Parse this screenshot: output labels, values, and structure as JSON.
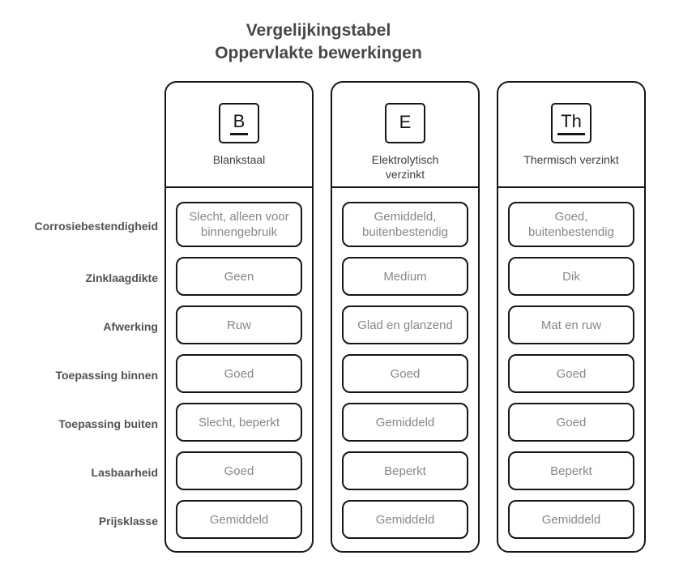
{
  "title": {
    "line1": "Vergelijkingstabel",
    "line2": "Oppervlakte bewerkingen"
  },
  "rows": [
    "Corrosiebestendigheid",
    "Zinklaagdikte",
    "Afwerking",
    "Toepassing binnen",
    "Toepassing buiten",
    "Lasbaarheid",
    "Prijsklasse"
  ],
  "columns": [
    {
      "symbol": "B",
      "symbol_underlined": true,
      "name": "Blankstaal",
      "values": [
        "Slecht, alleen voor binnengebruik",
        "Geen",
        "Ruw",
        "Goed",
        "Slecht, beperkt",
        "Goed",
        "Gemiddeld"
      ]
    },
    {
      "symbol": "E",
      "symbol_underlined": false,
      "name": "Elektrolytisch\nverzinkt",
      "values": [
        "Gemiddeld, buitenbestendig",
        "Medium",
        "Glad en glanzend",
        "Goed",
        "Gemiddeld",
        "Beperkt",
        "Gemiddeld"
      ]
    },
    {
      "symbol": "Th",
      "symbol_underlined": true,
      "name": "Thermisch verzinkt",
      "values": [
        "Goed, buitenbestendig",
        "Dik",
        "Mat en ruw",
        "Goed",
        "Goed",
        "Beperkt",
        "Gemiddeld"
      ]
    }
  ],
  "colors": {
    "ink": "#161616",
    "title_text": "#474747",
    "row_label_text": "#525252",
    "cell_text": "#878787",
    "background": "#ffffff"
  },
  "chart_data": {
    "type": "table",
    "title": "Vergelijkingstabel Oppervlakte bewerkingen",
    "column_headers": [
      "Blankstaal",
      "Elektrolytisch verzinkt",
      "Thermisch verzinkt"
    ],
    "row_headers": [
      "Corrosiebestendigheid",
      "Zinklaagdikte",
      "Afwerking",
      "Toepassing binnen",
      "Toepassing buiten",
      "Lasbaarheid",
      "Prijsklasse"
    ],
    "rows": [
      [
        "Slecht, alleen voor binnengebruik",
        "Gemiddeld, buitenbestendig",
        "Goed, buitenbestendig"
      ],
      [
        "Geen",
        "Medium",
        "Dik"
      ],
      [
        "Ruw",
        "Glad en glanzend",
        "Mat en ruw"
      ],
      [
        "Goed",
        "Goed",
        "Goed"
      ],
      [
        "Slecht, beperkt",
        "Gemiddeld",
        "Goed"
      ],
      [
        "Goed",
        "Beperkt",
        "Beperkt"
      ],
      [
        "Gemiddeld",
        "Gemiddeld",
        "Gemiddeld"
      ]
    ]
  }
}
